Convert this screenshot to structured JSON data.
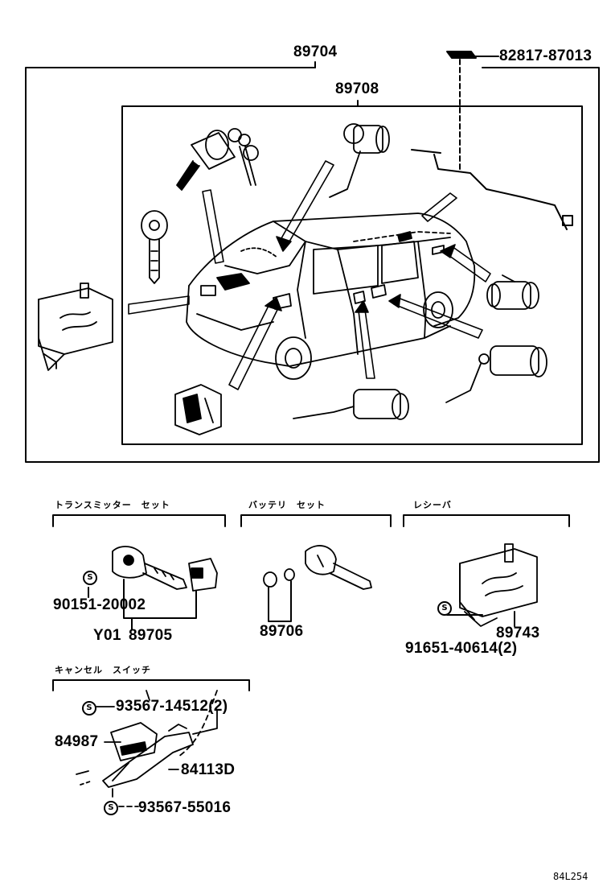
{
  "diagram": {
    "parts": {
      "p89704": "89704",
      "p89708": "89708",
      "p82817": "82817-87013",
      "p90151": "90151-20002",
      "pY01": "Y01",
      "p89705": "89705",
      "p89706": "89706",
      "p89743": "89743",
      "p91651": "91651-40614(2)",
      "p93567a": "93567-14512(2)",
      "p84987": "84987",
      "p84113": "84113D",
      "p93567b": "93567-55016"
    },
    "sections": {
      "transmitter": "トランスミッター　セット",
      "battery": "バッテリ　セット",
      "receiver": "レシーバ",
      "cancel_switch": "キャンセル　スイッチ"
    },
    "symbols": {
      "bolt": "S"
    },
    "footer_code": "84L254"
  }
}
